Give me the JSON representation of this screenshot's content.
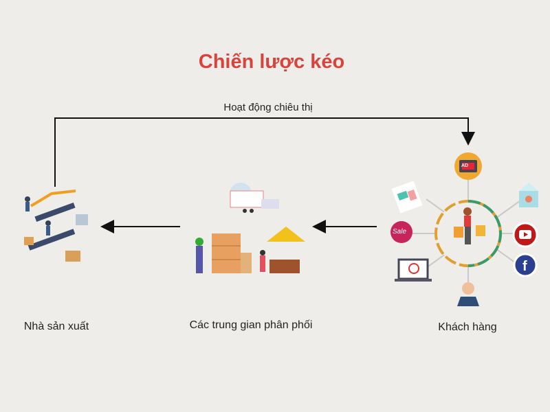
{
  "title": "Chiến lược kéo",
  "flow_label": "Hoạt động chiêu thị",
  "nodes": [
    {
      "label": "Nhà sản xuất",
      "icon": "factory-icon"
    },
    {
      "label": "Các trung gian phân phối",
      "icon": "warehouse-market-icon"
    },
    {
      "label": "Khách hàng",
      "icon": "shopper-icon"
    }
  ],
  "channels": {
    "ad_tv": "AD",
    "sale_badge": "Sale",
    "icons": [
      "tv-ad-icon",
      "newspaper-icon",
      "sale-badge-icon",
      "search-laptop-icon",
      "support-agent-icon",
      "email-icon",
      "youtube-icon",
      "facebook-icon"
    ]
  },
  "colors": {
    "title": "#d8443c",
    "background": "#efedea",
    "arrow": "#111111"
  }
}
